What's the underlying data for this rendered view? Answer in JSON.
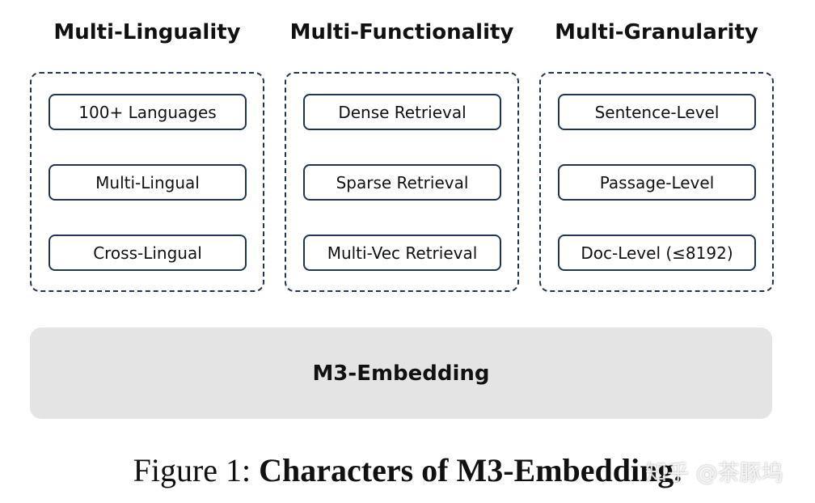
{
  "columns": [
    {
      "title": "Multi-Linguality",
      "items": [
        "100+ Languages",
        "Multi-Lingual",
        "Cross-Lingual"
      ]
    },
    {
      "title": "Multi-Functionality",
      "items": [
        "Dense Retrieval",
        "Sparse Retrieval",
        "Multi-Vec Retrieval"
      ]
    },
    {
      "title": "Multi-Granularity",
      "items": [
        "Sentence-Level",
        "Passage-Level",
        "Doc-Level (≤8192)"
      ]
    }
  ],
  "base": {
    "label": "M3-Embedding"
  },
  "caption": {
    "prefix": "Figure 1: ",
    "title": "Characters of M3-Embedding."
  },
  "watermark": {
    "text": "知乎 @茶豚坞"
  }
}
